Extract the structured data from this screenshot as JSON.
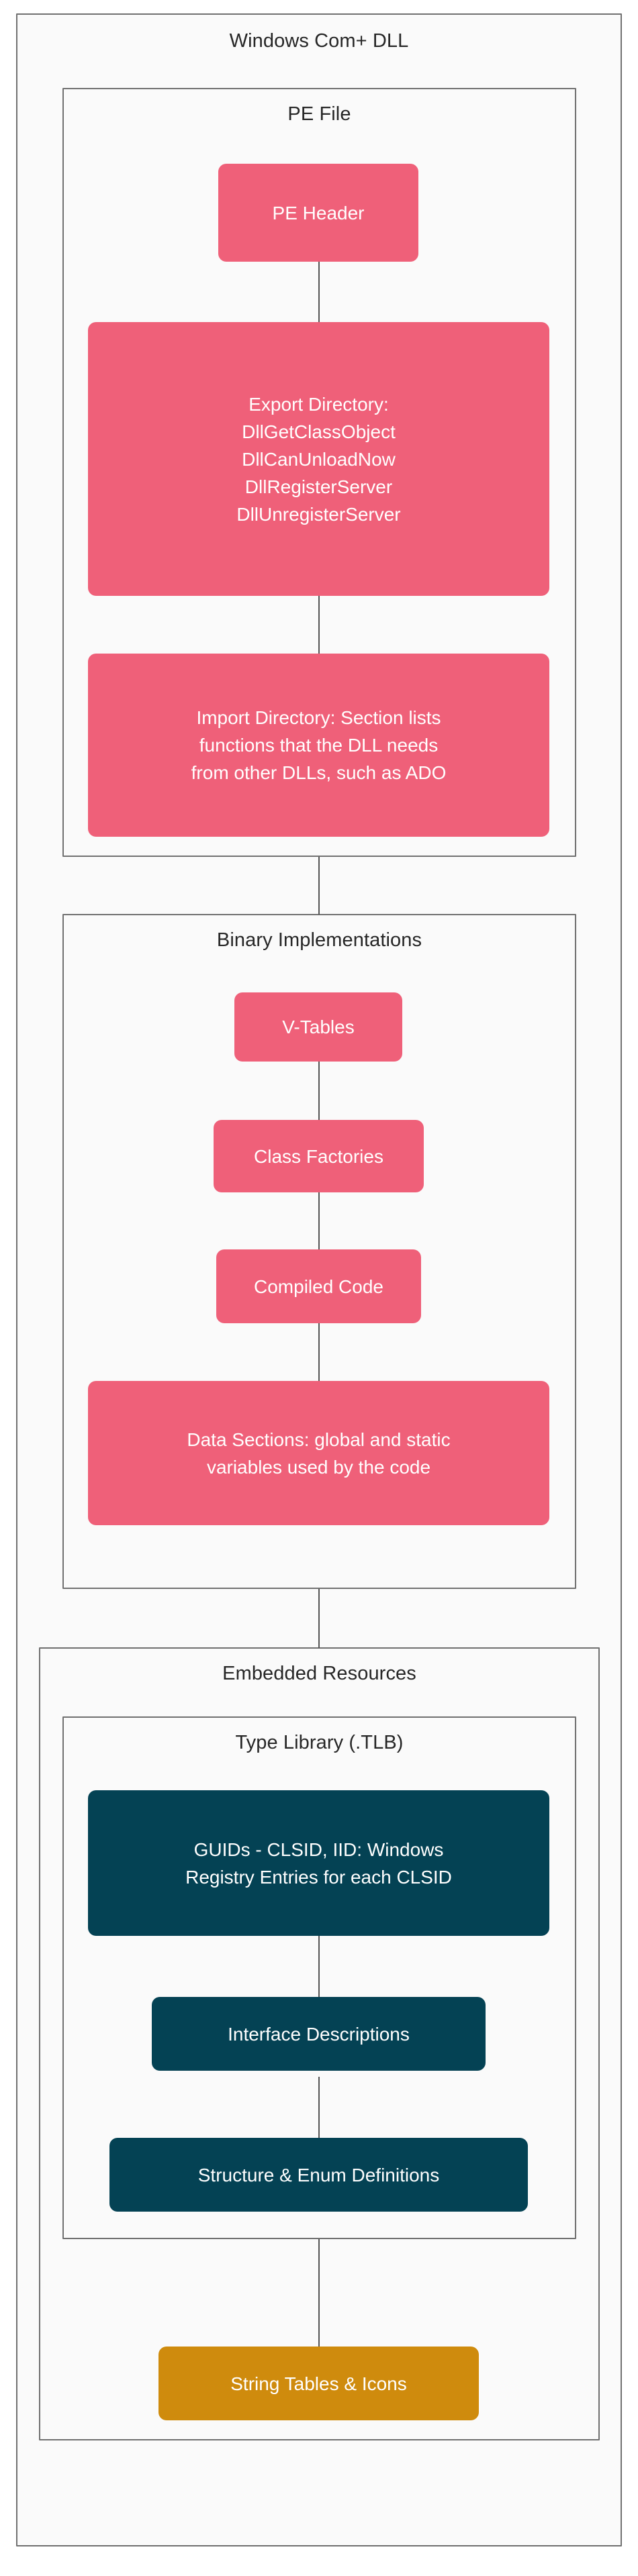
{
  "diagram": {
    "root_title": "Windows Com+ DLL",
    "palette": {
      "node_pink": "#ef6079",
      "node_teal": "#044254",
      "node_amber": "#cf8b0d",
      "container_border": "#707070",
      "container_fill": "#fafafa",
      "edge": "#545454",
      "title_text": "#262626",
      "node_text": "#ffffff"
    },
    "groups": {
      "pe_file": {
        "title": "PE File",
        "nodes": {
          "pe_header": "PE Header",
          "export_directory": {
            "line1": "Export Directory:",
            "line2": "DllGetClassObject",
            "line3": "DllCanUnloadNow",
            "line4": "DllRegisterServer",
            "line5": "DllUnregisterServer"
          },
          "import_directory": {
            "line1": "Import Directory: Section lists",
            "line2": "functions that the DLL needs",
            "line3": "from other DLLs, such as ADO"
          }
        }
      },
      "binary_implementations": {
        "title": "Binary Implementations",
        "nodes": {
          "v_tables": "V-Tables",
          "class_factories": "Class Factories",
          "compiled_code": "Compiled Code",
          "data_sections": {
            "line1": "Data Sections: global and static",
            "line2": "variables used by the code"
          }
        }
      },
      "embedded_resources": {
        "title": "Embedded Resources",
        "subgroups": {
          "type_library": {
            "title": "Type Library (.TLB)",
            "nodes": {
              "guids": {
                "line1": "GUIDs - CLSID, IID: Windows",
                "line2": "Registry Entries for each CLSID"
              },
              "interface_descriptions": "Interface Descriptions",
              "structure_enum_definitions": "Structure & Enum Definitions"
            }
          }
        },
        "nodes": {
          "string_tables_icons": "String Tables & Icons"
        }
      }
    }
  }
}
